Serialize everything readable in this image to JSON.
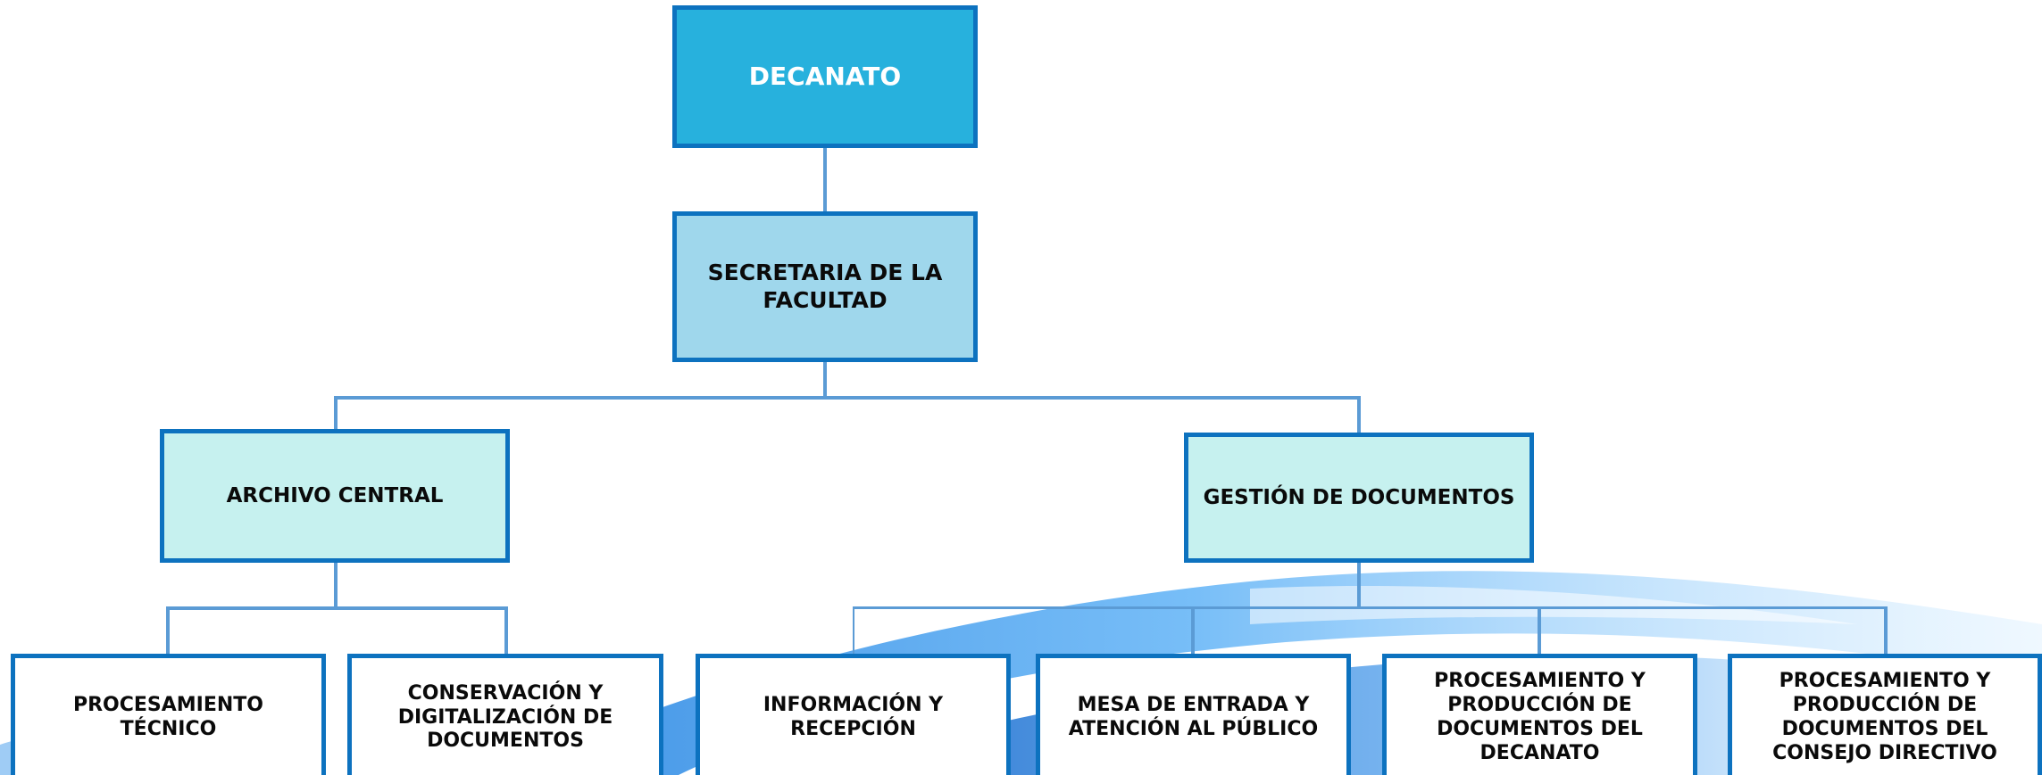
{
  "colors": {
    "decanato_fill": "#27B1DD",
    "secretaria_fill": "#9FD7EC",
    "area_fill": "#C6F1EF",
    "leaf_fill": "#FFFFFF",
    "border": "#0D72BF",
    "connector": "#5B9BD5",
    "decanato_text": "#FFFFFF",
    "text": "#0A0A0A"
  },
  "org_chart": {
    "root": "DECANATO",
    "secretaria": "SECRETARIA DE LA FACULTAD",
    "archivo_central": {
      "label": "ARCHIVO CENTRAL",
      "children": [
        "PROCESAMIENTO TÉCNICO",
        "CONSERVACIÓN Y DIGITALIZACIÓN DE DOCUMENTOS"
      ]
    },
    "gestion_documentos": {
      "label": "GESTIÓN DE DOCUMENTOS",
      "children": [
        "INFORMACIÓN Y RECEPCIÓN",
        "MESA DE ENTRADA Y ATENCIÓN AL PÚBLICO",
        "PROCESAMIENTO Y PRODUCCIÓN DE DOCUMENTOS DEL DECANATO",
        "PROCESAMIENTO Y PRODUCCIÓN DE DOCUMENTOS DEL CONSEJO DIRECTIVO"
      ]
    }
  }
}
